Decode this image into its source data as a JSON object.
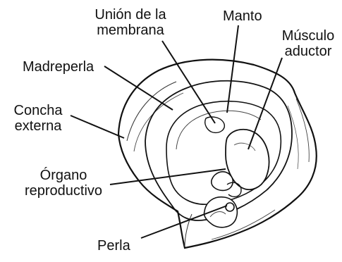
{
  "labels": {
    "union_membrana": [
      "Unión de la",
      "membrana"
    ],
    "manto": "Manto",
    "musculo_aductor": [
      "Músculo",
      "aductor"
    ],
    "madreperla": "Madreperla",
    "concha_externa": [
      "Concha",
      "externa"
    ],
    "organo_reproductivo": [
      "Órgano",
      "reproductivo"
    ],
    "perla": "Perla"
  },
  "colors": {
    "ink": "#111111",
    "paper": "#ffffff"
  }
}
